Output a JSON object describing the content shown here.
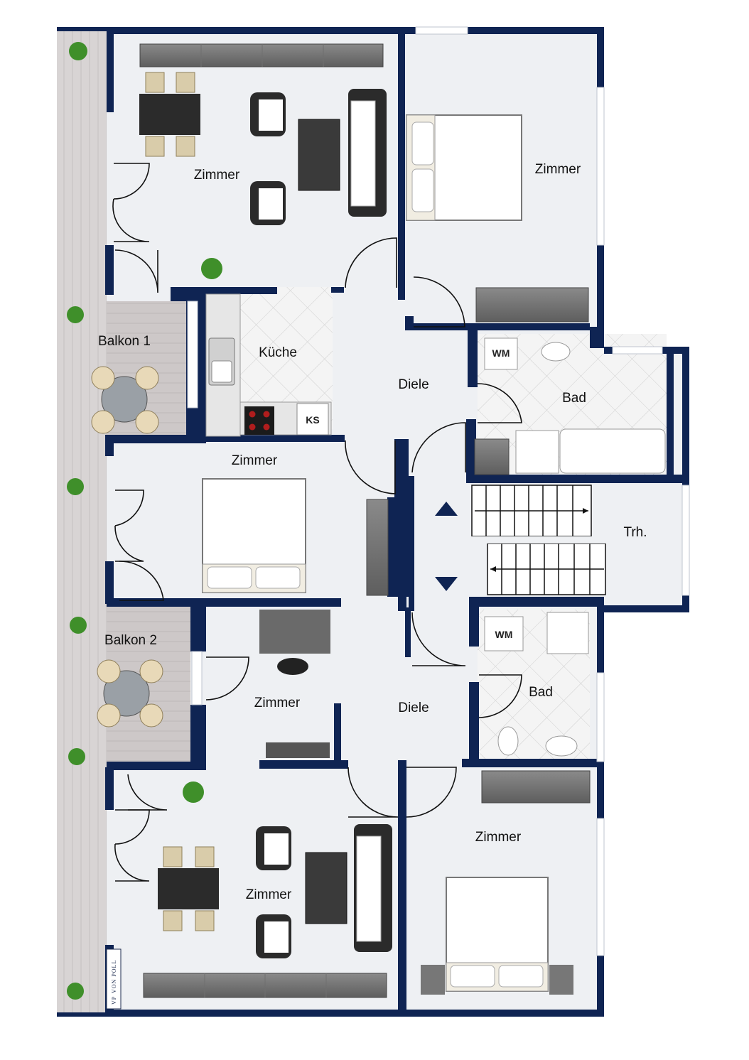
{
  "rooms": {
    "zimmer_nw": "Zimmer",
    "zimmer_ne": "Zimmer",
    "kueche": "Küche",
    "diele_top": "Diele",
    "bad_top": "Bad",
    "zimmer_mid": "Zimmer",
    "treppenhaus": "Trh.",
    "balkon_1": "Balkon 1",
    "balkon_2": "Balkon 2",
    "zimmer_center": "Zimmer",
    "diele_bottom": "Diele",
    "bad_bottom": "Bad",
    "zimmer_se": "Zimmer",
    "zimmer_sw": "Zimmer"
  },
  "fixtures": {
    "wm_top": "WM",
    "wm_bottom": "WM",
    "ks": "KS"
  },
  "brand": {
    "logo_monogram": "VP",
    "logo_name": "VON POLL"
  },
  "colors": {
    "wall": "#0f2453",
    "floor": "#eef0f3",
    "deck": "#d3cfcf",
    "tile": "#f2f2f2",
    "furniture_dark": "#2b2b2b",
    "plant": "#3f8f2a"
  },
  "icons": {
    "stair_up": "triangle-up-icon",
    "stair_down": "triangle-down-icon"
  }
}
